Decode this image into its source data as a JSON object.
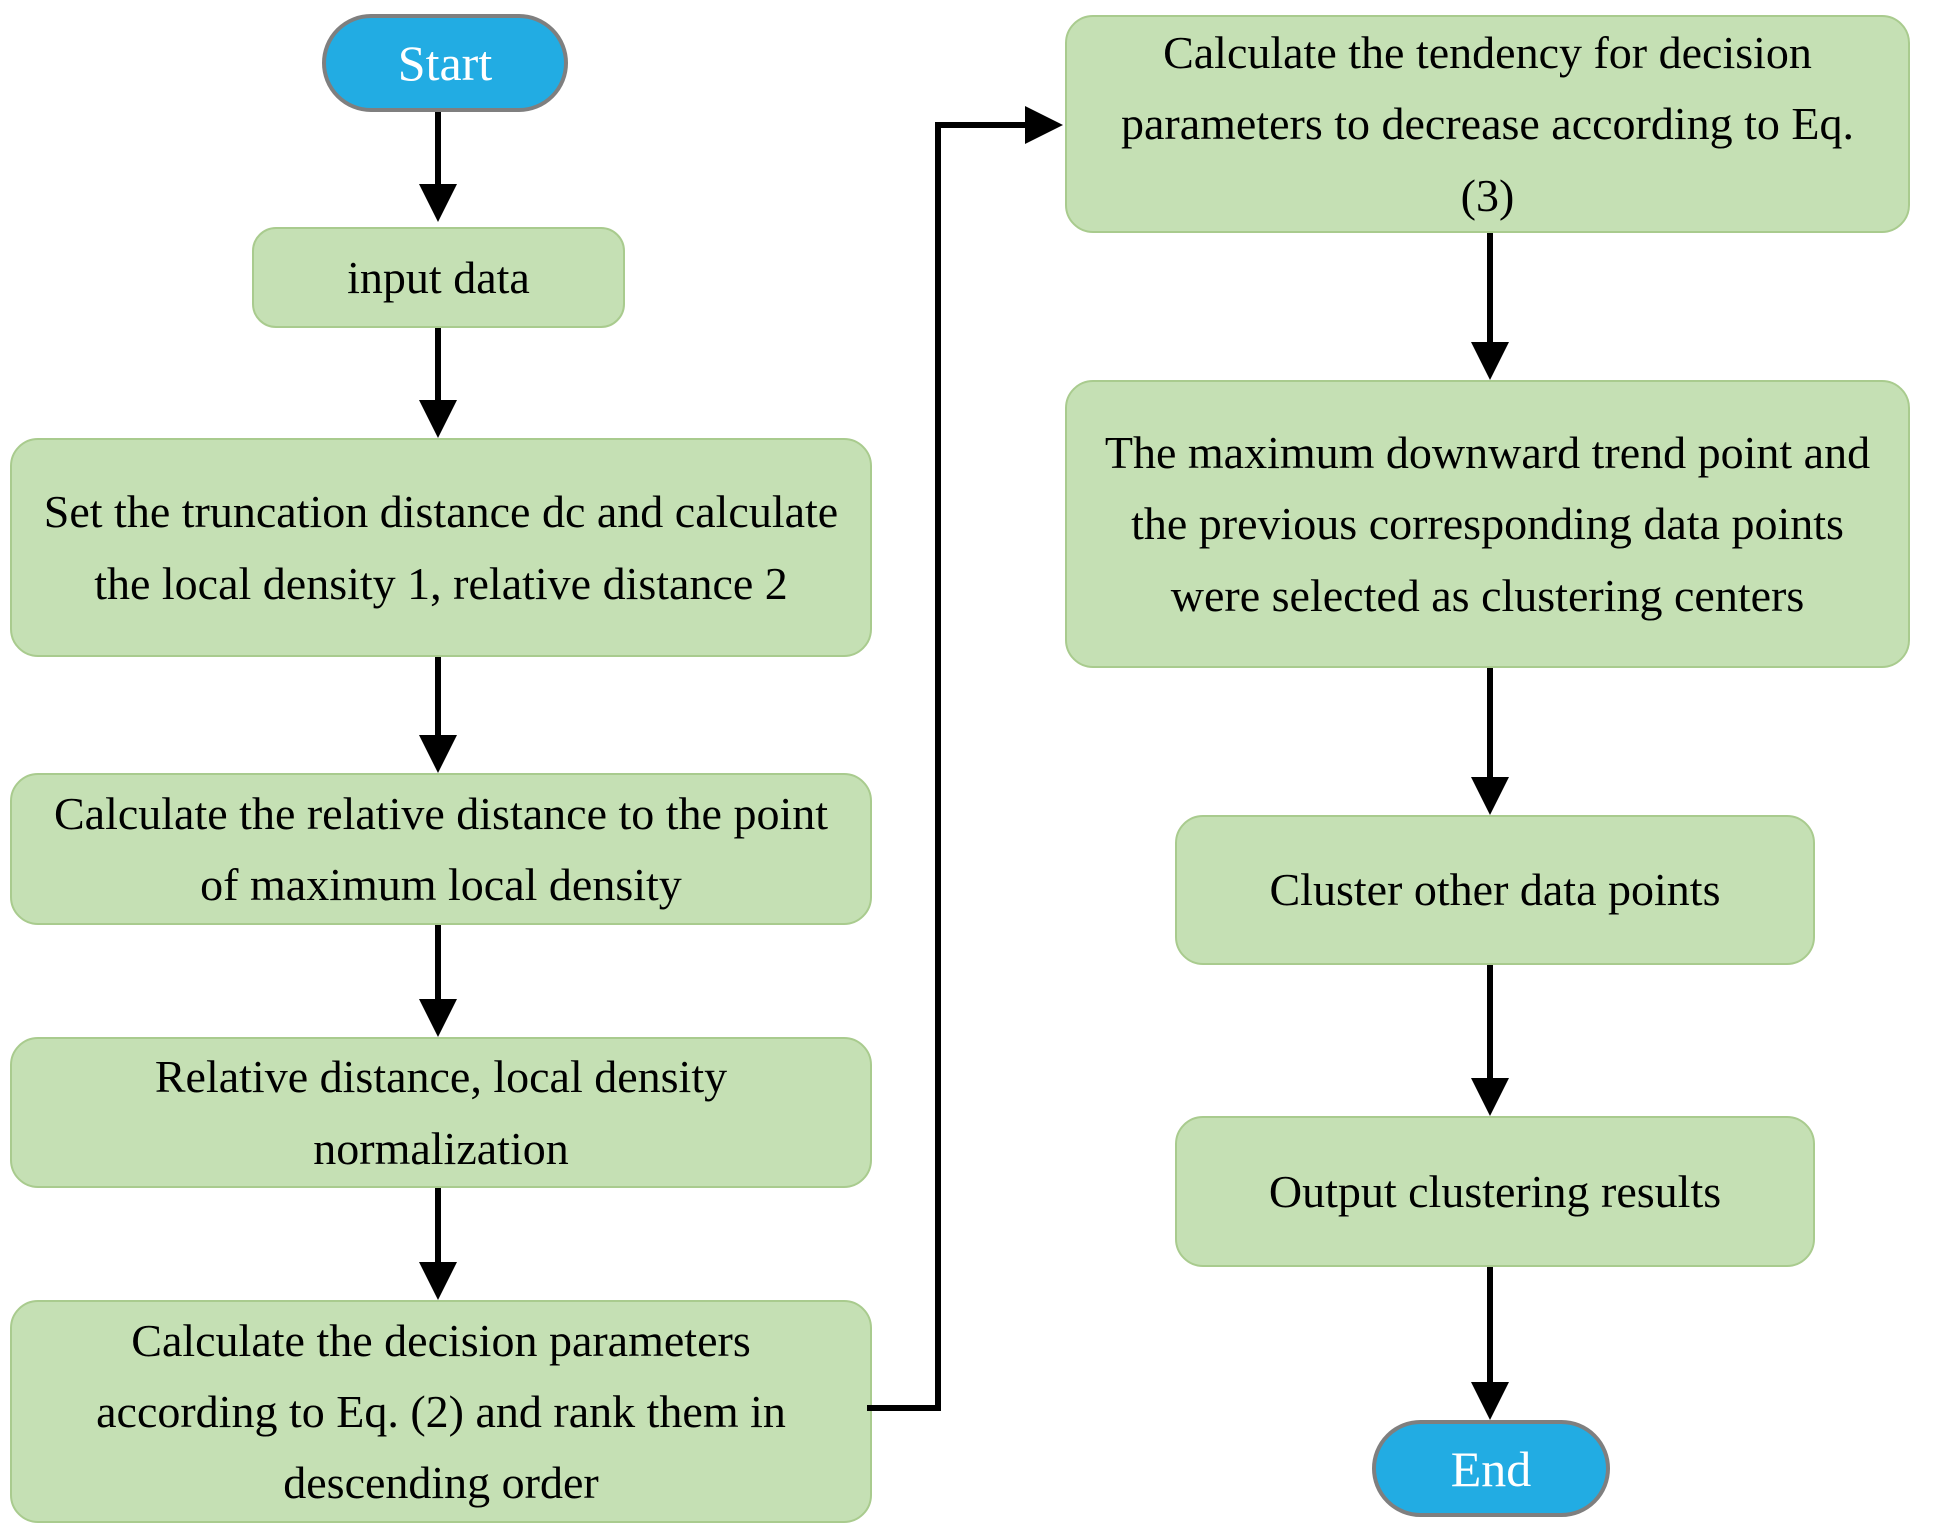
{
  "diagram": {
    "type": "flowchart",
    "background": "#ffffff"
  },
  "colors": {
    "terminal_fill": "#22ace3",
    "terminal_border": "#7f7f7f",
    "terminal_text": "#ffffff",
    "process_fill": "#c5e0b4",
    "process_border": "#a9cb8e",
    "process_text": "#000000",
    "arrow": "#000000"
  },
  "nodes": {
    "start": {
      "label": "Start",
      "type": "terminal"
    },
    "input_data": {
      "label": "input data",
      "type": "process"
    },
    "set_truncation": {
      "label": "Set the truncation distance dc and calculate the local density 1, relative distance 2",
      "type": "process"
    },
    "relative_distance": {
      "label": "Calculate the relative distance to the point of maximum local density",
      "type": "process"
    },
    "normalization": {
      "label": "Relative distance, local density normalization",
      "type": "process"
    },
    "decision_parameters": {
      "label": "Calculate the decision parameters according to Eq. (2) and rank them in descending order",
      "type": "process"
    },
    "tendency": {
      "label": "Calculate the tendency for decision parameters to decrease according to Eq. (3)",
      "type": "process"
    },
    "max_downward": {
      "label": "The maximum downward trend point and the previous corresponding data points were selected as clustering centers",
      "type": "process"
    },
    "cluster_other": {
      "label": "Cluster other data points",
      "type": "process"
    },
    "output_results": {
      "label": "Output clustering results",
      "type": "process"
    },
    "end": {
      "label": "End",
      "type": "terminal"
    }
  },
  "edges": [
    {
      "from": "start",
      "to": "input_data"
    },
    {
      "from": "input_data",
      "to": "set_truncation"
    },
    {
      "from": "set_truncation",
      "to": "relative_distance"
    },
    {
      "from": "relative_distance",
      "to": "normalization"
    },
    {
      "from": "normalization",
      "to": "decision_parameters"
    },
    {
      "from": "decision_parameters",
      "to": "tendency"
    },
    {
      "from": "tendency",
      "to": "max_downward"
    },
    {
      "from": "max_downward",
      "to": "cluster_other"
    },
    {
      "from": "cluster_other",
      "to": "output_results"
    },
    {
      "from": "output_results",
      "to": "end"
    }
  ]
}
